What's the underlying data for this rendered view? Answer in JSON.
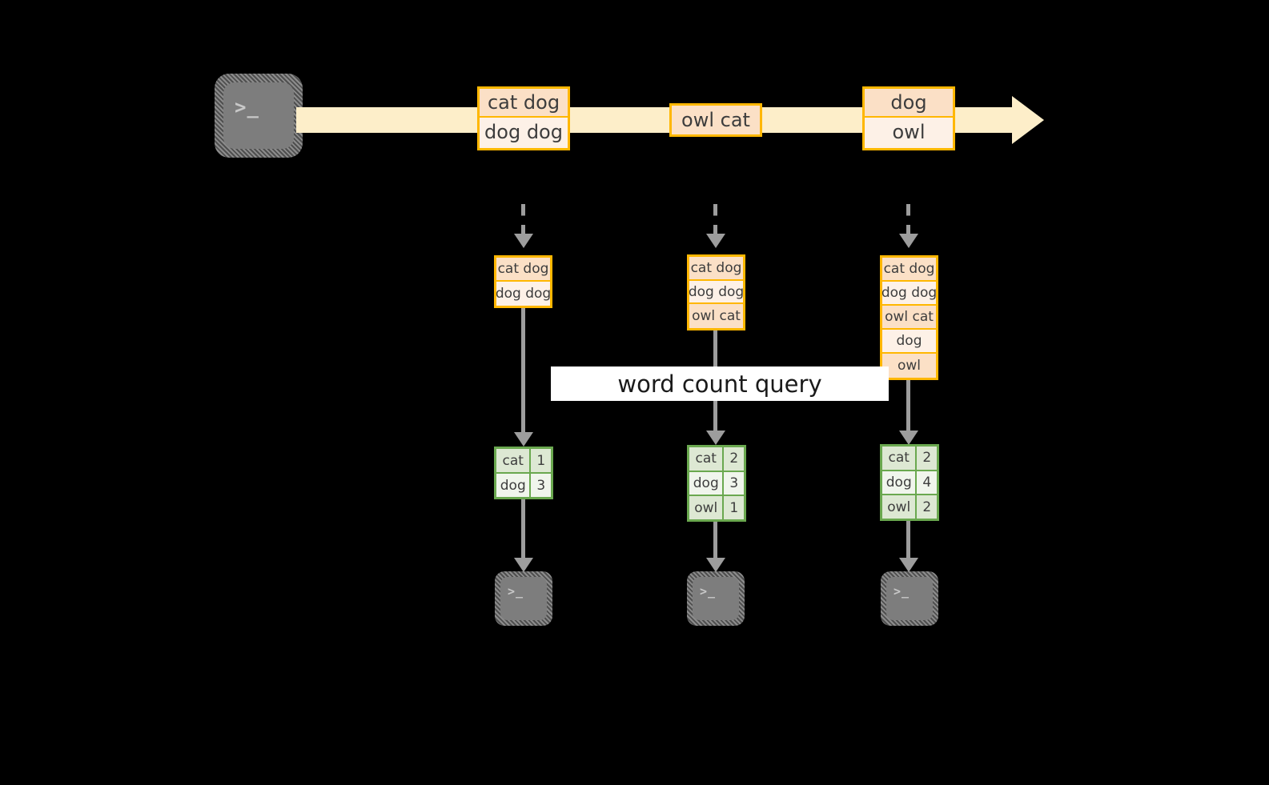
{
  "diagram": {
    "title_label": "word count query",
    "colors": {
      "background": "#000000",
      "stream_fill": "#fdeec9",
      "record_border": "#ffb700",
      "record_fill_dark": "#fbe0c6",
      "record_fill_light": "#fdf1e7",
      "result_border": "#6aa84f",
      "result_fill_dark": "#dde8d3",
      "result_fill_light": "#f0f5ec",
      "arrow_gray": "#9d9d9d",
      "terminal_gray": "#7d7d7d",
      "label_fill": "#ffffff"
    },
    "source": {
      "icon": "terminal-icon",
      "prompt_text": ">_"
    },
    "stream": {
      "icon": "right-arrow-stream",
      "records": [
        {
          "name": "record-group-1",
          "lines": [
            "cat dog",
            "dog dog"
          ]
        },
        {
          "name": "record-group-2",
          "lines": [
            "owl cat"
          ]
        },
        {
          "name": "record-group-3",
          "lines": [
            "dog",
            "owl"
          ]
        }
      ]
    },
    "columns": [
      {
        "name": "snapshot-t1",
        "input_lines": [
          "cat dog",
          "dog dog"
        ],
        "result_header": null,
        "result_rows": [
          {
            "word": "cat",
            "count": "1"
          },
          {
            "word": "dog",
            "count": "3"
          }
        ],
        "sink_prompt": ">_"
      },
      {
        "name": "snapshot-t2",
        "input_lines": [
          "cat dog",
          "dog dog",
          "owl cat"
        ],
        "result_header": null,
        "result_rows": [
          {
            "word": "cat",
            "count": "2"
          },
          {
            "word": "dog",
            "count": "3"
          },
          {
            "word": "owl",
            "count": "1"
          }
        ],
        "sink_prompt": ">_"
      },
      {
        "name": "snapshot-t3",
        "input_lines": [
          "cat dog",
          "dog dog",
          "owl cat",
          "dog",
          "owl"
        ],
        "result_header": null,
        "result_rows": [
          {
            "word": "cat",
            "count": "2"
          },
          {
            "word": "dog",
            "count": "4"
          },
          {
            "word": "owl",
            "count": "2"
          }
        ],
        "sink_prompt": ">_"
      }
    ]
  }
}
